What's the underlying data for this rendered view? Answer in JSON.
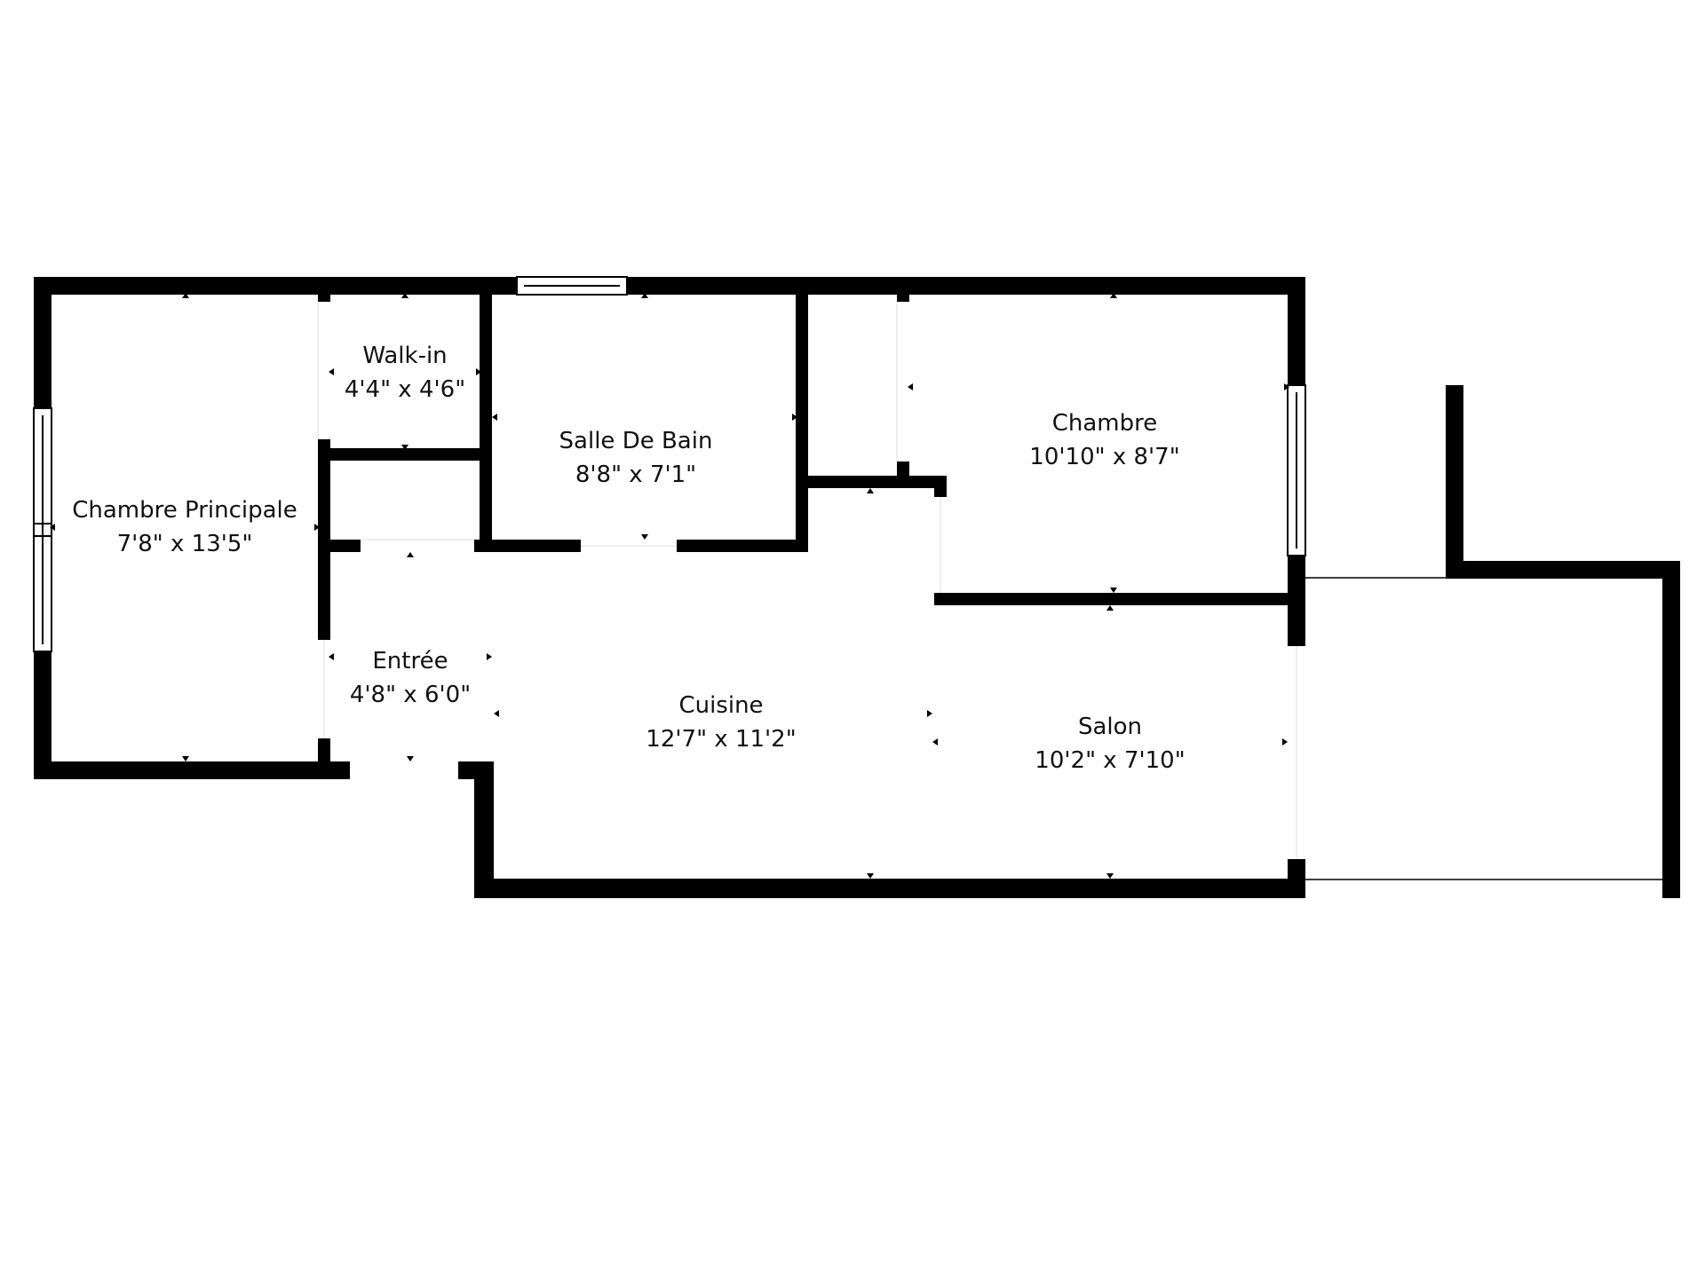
{
  "colors": {
    "wall": "#000000",
    "background": "#ffffff",
    "text": "#111111"
  },
  "rooms": {
    "master_bedroom": {
      "name": "Chambre Principale",
      "size": "7'8\" x 13'5\""
    },
    "walk_in": {
      "name": "Walk-in",
      "size": "4'4\" x 4'6\""
    },
    "bathroom": {
      "name": "Salle De Bain",
      "size": "8'8\" x 7'1\""
    },
    "bedroom": {
      "name": "Chambre",
      "size": "10'10\" x 8'7\""
    },
    "entrance": {
      "name": "Entrée",
      "size": "4'8\" x 6'0\""
    },
    "kitchen": {
      "name": "Cuisine",
      "size": "12'7\" x 11'2\""
    },
    "living_room": {
      "name": "Salon",
      "size": "10'2\" x 7'10\""
    }
  }
}
